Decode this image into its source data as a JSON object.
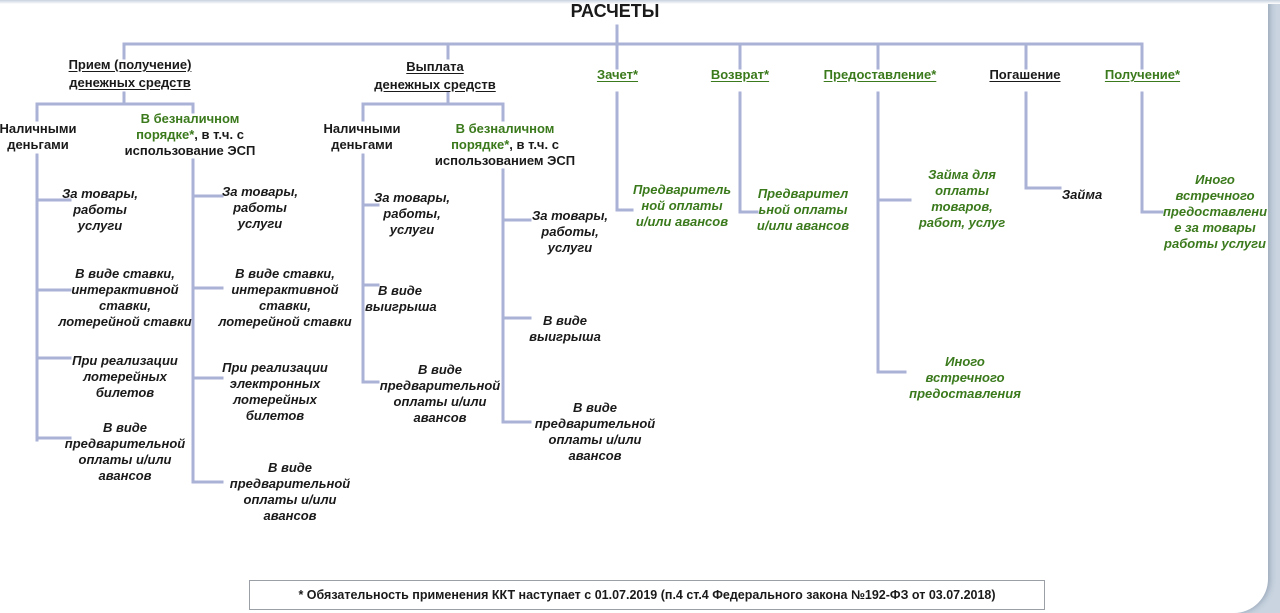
{
  "title": "РАСЧЕТЫ",
  "columns": {
    "priem": {
      "label_line1": "Прием (получение)",
      "label_line2": "денежных средств",
      "cash": {
        "line1": "Наличными",
        "line2": "деньгами",
        "items": [
          [
            "За товары,",
            "работы",
            "услуги"
          ],
          [
            "В виде ставки,",
            "интерактивной",
            "ставки,",
            "лотерейной ставки"
          ],
          [
            "При реализации",
            "лотерейных",
            "билетов"
          ],
          [
            "В виде",
            "предварительной",
            "оплаты  и/или",
            "авансов"
          ]
        ]
      },
      "noncash": {
        "line1": "В безналичном",
        "line2_green": "порядке*",
        "line2_black": ", в т.ч. с",
        "line3": "использование ЭСП",
        "items": [
          [
            "За товары,",
            "работы",
            "услуги"
          ],
          [
            "В виде ставки,",
            "интерактивной",
            "ставки,",
            "лотерейной ставки"
          ],
          [
            "При реализации",
            "электронных",
            "лотерейных",
            "билетов"
          ],
          [
            "В виде",
            "предварительной",
            "оплаты  и/или",
            "авансов"
          ]
        ]
      }
    },
    "vyplata": {
      "label_line1": "Выплата",
      "label_line2": "денежных средств",
      "cash": {
        "line1": "Наличными",
        "line2": "деньгами",
        "items": [
          [
            "За товары,",
            "работы,",
            "услуги"
          ],
          [
            "В виде",
            "выигрыша"
          ],
          [
            "В виде",
            "предварительной",
            "оплаты и/или",
            "авансов"
          ]
        ]
      },
      "noncash": {
        "line1": "В безналичном",
        "line2_green": "порядке*",
        "line2_black": ", в т.ч. с",
        "line3": "использованием ЭСП",
        "items": [
          [
            "За товары,",
            "работы,",
            "услуги"
          ],
          [
            "В виде",
            "выигрыша"
          ],
          [
            "В виде",
            "предварительной",
            "оплаты и/или",
            "авансов"
          ]
        ]
      }
    },
    "zachet": {
      "label": "Зачет*",
      "items": [
        [
          "Предваритель",
          "ной оплаты",
          "и/или авансов"
        ]
      ]
    },
    "vozvrat": {
      "label": "Возврат*",
      "items": [
        [
          "Предварител",
          "ьной оплаты",
          "и/или авансов"
        ]
      ]
    },
    "predostavlenie": {
      "label": "Предоставление*",
      "items": [
        [
          "Займа для",
          "оплаты",
          "товаров,",
          "работ, услуг"
        ],
        [
          "Иного",
          "встречного",
          "предоставления"
        ]
      ]
    },
    "pogashenie": {
      "label": "Погашение",
      "items": [
        [
          "Займа"
        ]
      ]
    },
    "poluchenie": {
      "label": "Получение*",
      "items": [
        [
          "Иного",
          "встречного",
          "предоставлени",
          "е за товары",
          "работы услуги"
        ]
      ]
    }
  },
  "footnote": "* Обязательность применения ККТ наступает с 01.07.2019 (п.4 ст.4 Федерального закона №192-ФЗ от 03.07.2018)",
  "colors": {
    "line": "#aab2d6",
    "green": "#3b7a1c",
    "text": "#1a1a1a"
  }
}
